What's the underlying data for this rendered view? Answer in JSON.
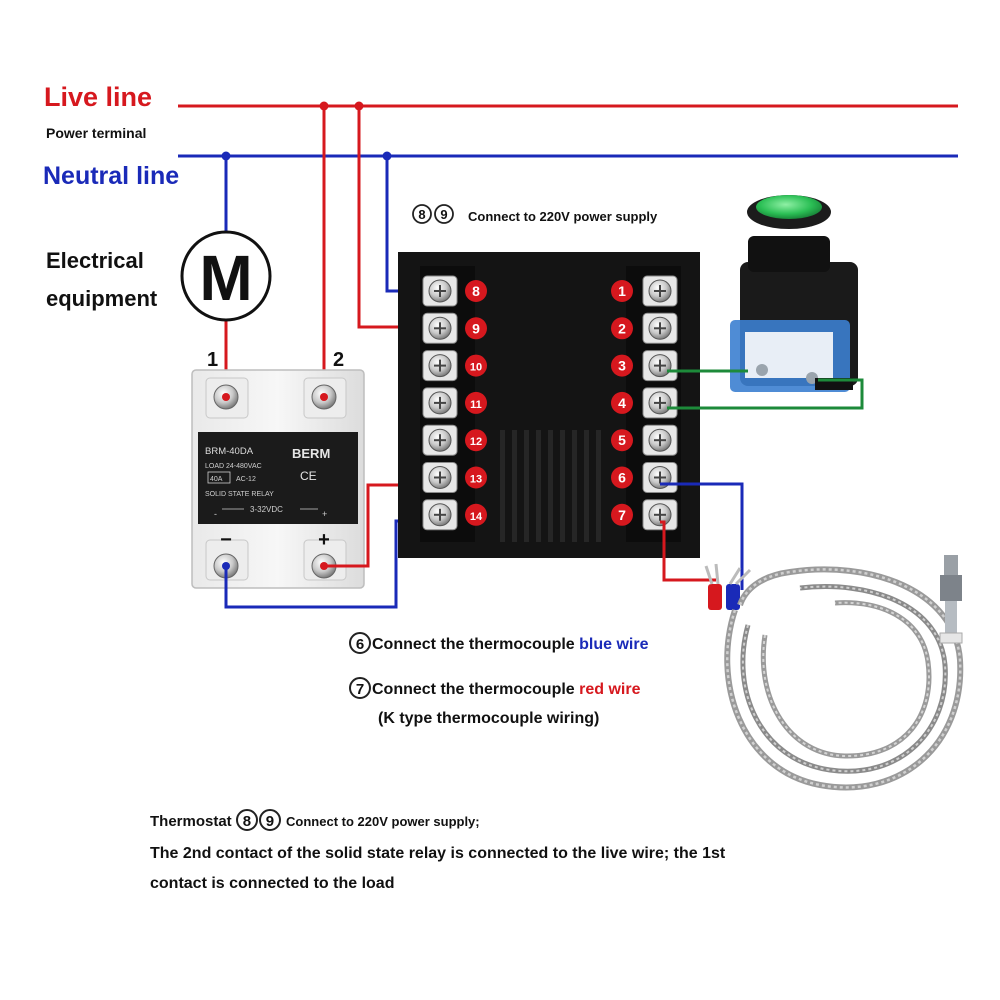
{
  "wires": {
    "live_label": "Live line",
    "power_terminal_label": "Power terminal",
    "neutral_label": "Neutral line"
  },
  "load": {
    "label_line1": "Electrical",
    "label_line2": "equipment",
    "symbol": "M"
  },
  "relay": {
    "contact1": "1",
    "contact2": "2",
    "model": "BRM-40DA",
    "brand": "BERM",
    "ce": "CE",
    "load_rating": "LOAD 24-480VAC",
    "current": "40A",
    "ac_class": "AC-12",
    "type": "SOLID STATE RELAY",
    "control": "3-32VDC",
    "minus": "−",
    "plus": "+",
    "control_minus": "-",
    "control_plus": "+"
  },
  "thermostat": {
    "supply_circle1": "8",
    "supply_circle2": "9",
    "supply_text": "Connect to 220V power supply",
    "left_terminals": [
      "8",
      "9",
      "10",
      "11",
      "12",
      "13",
      "14"
    ],
    "right_terminals": [
      "1",
      "2",
      "3",
      "4",
      "5",
      "6",
      "7"
    ]
  },
  "thermocouple": {
    "blue_circle": "6",
    "blue_text_prefix": "Connect the thermocouple ",
    "blue_text_color": "blue wire",
    "red_circle": "7",
    "red_text_prefix": "Connect the thermocouple ",
    "red_text_color": "red wire",
    "k_type": "(K type thermocouple wiring)"
  },
  "bottom_notes": {
    "prefix": "Thermostat",
    "circle1": "8",
    "circle2": "9",
    "supply": "Connect to 220V power supply;",
    "line2": "The 2nd contact of the solid state relay is connected to the live wire; the 1st",
    "line3": "contact is connected to the load"
  },
  "colors": {
    "live": "#d6181e",
    "neutral": "#1a2ab8",
    "green_wire": "#1d8a3a",
    "thermostat_body": "#141414",
    "button_green": "#2bbf55"
  },
  "icons": [
    "motor-icon",
    "push-button-icon",
    "thermocouple-probe-icon",
    "screw-terminal-icon"
  ]
}
